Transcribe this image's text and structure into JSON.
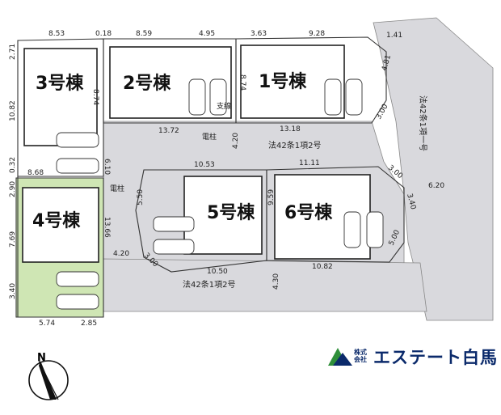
{
  "houses": [
    {
      "id": "house-1",
      "label": "1号棟"
    },
    {
      "id": "house-2",
      "label": "2号棟"
    },
    {
      "id": "house-3",
      "label": "3号棟"
    },
    {
      "id": "house-4",
      "label": "4号棟"
    },
    {
      "id": "house-5",
      "label": "5号棟"
    },
    {
      "id": "house-6",
      "label": "6号棟"
    }
  ],
  "roads": {
    "road_inner": "法42条1項2号",
    "road_south": "法42条1項2号",
    "road_east": "法42条1項一号"
  },
  "annotations": {
    "pole_1": "電柱",
    "pole_2": "電柱",
    "support": "支線"
  },
  "dimensions": {
    "top_1": "8.53",
    "top_2": "0.18",
    "top_3": "8.59",
    "top_4": "4.95",
    "top_5": "3.63",
    "top_6": "9.28",
    "top_7": "1.41",
    "left_1": "2.71",
    "left_2": "10.82",
    "left_3": "0.32",
    "left_4": "2.90",
    "left_5": "7.69",
    "left_6": "3.40",
    "h3_side": "8.74",
    "h2_side": "8.74",
    "h1_side": "4.81",
    "h2_bottom": "13.72",
    "h1_bottom": "13.18",
    "h1_corner": "3.00",
    "mid_1": "6.10",
    "mid_2": "4.20",
    "mid_3": "8.68",
    "h4_side": "13.66",
    "h5_top": "10.53",
    "h6_top": "11.11",
    "h6_corner_1": "3.00",
    "h6_corner_2": "3.40",
    "east_width": "6.20",
    "h5_left": "5.50",
    "h6_left": "9.59",
    "h5_corner": "3.00",
    "h6_corner_3": "5.00",
    "left_road": "4.20",
    "h5_bottom": "10.50",
    "h6_bottom": "10.82",
    "south_road": "4.30",
    "bottom_1": "5.74",
    "bottom_2": "2.85"
  },
  "compass": {
    "label": "N"
  },
  "company": {
    "corp_type": "株式\n会社",
    "name": "エステート白馬"
  },
  "colors": {
    "road": "#d9d9dd",
    "lot4_fill": "#cfe6b4",
    "company": "#0b2a6b",
    "logo_green": "#2f8f3a"
  }
}
